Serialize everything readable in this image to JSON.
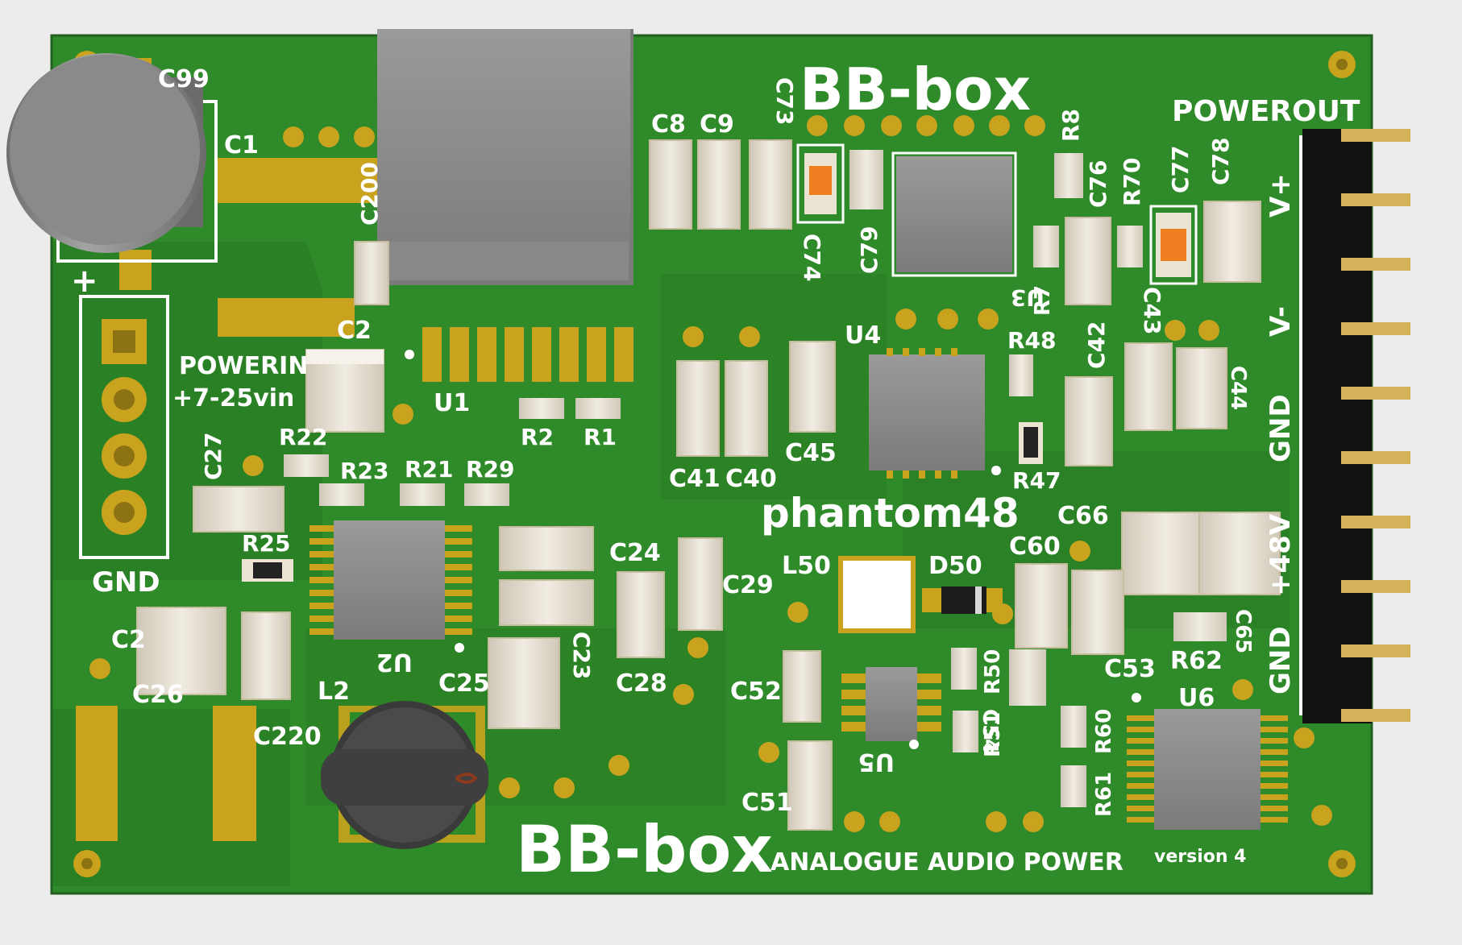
{
  "board": {
    "title_top": "BB-box",
    "title_bottom": "BB-box",
    "subtitle": "ANALOGUE AUDIO POWER",
    "version": "version 4",
    "phantom_label": "phantom48",
    "colors": {
      "pcb": "#2f8a2a",
      "pcb_dark": "#1f6b1e",
      "gold": "#c9a31d",
      "silk": "#ffffff",
      "ic": "#8f8f8f",
      "cap": "#e4ddd0",
      "orange": "#f07f22",
      "header": "#111111",
      "pin": "#d4b25a"
    }
  },
  "powerin": {
    "label": "POWERIN",
    "range": "+7-25vin",
    "plus": "+",
    "gnd": "GND"
  },
  "powerout": {
    "label": "POWEROUT",
    "pins": [
      "V+",
      "V-",
      "GND",
      "+48V",
      "GND"
    ]
  },
  "designators": {
    "C99": "C99",
    "C1": "C1",
    "C200": "C200",
    "C2": "C2",
    "U1": "U1",
    "R2": "R2",
    "R1": "R1",
    "C8": "C8",
    "C9": "C9",
    "C73": "C73",
    "C74": "C74",
    "C79": "C79",
    "U3": "U3",
    "R8": "R8",
    "C76": "C76",
    "R70": "R70",
    "C77": "C77",
    "C78": "C78",
    "R7": "R7",
    "C43": "C43",
    "C42": "C42",
    "R48": "R48",
    "U4": "U4",
    "C41": "C41",
    "C40": "C40",
    "C45": "C45",
    "R47": "R47",
    "C44": "C44",
    "C27": "C27",
    "R22": "R22",
    "R23": "R23",
    "R21": "R21",
    "R29": "R29",
    "R25": "R25",
    "U2": "U2",
    "C24": "C24",
    "C29": "C29",
    "C23": "C23",
    "C28": "C28",
    "C25": "C25",
    "C26": "C26",
    "C220": "C220",
    "L2": "L2",
    "L50": "L50",
    "D50": "D50",
    "C66": "C66",
    "C60": "C60",
    "C52": "C52",
    "R50": "R50",
    "C54": "C54",
    "R51": "R51",
    "R60": "R60",
    "R61": "R61",
    "U5": "U5",
    "C51": "C51",
    "C53": "C53",
    "R62": "R62",
    "C65": "C65",
    "U6": "U6",
    "C21": "C2"
  }
}
